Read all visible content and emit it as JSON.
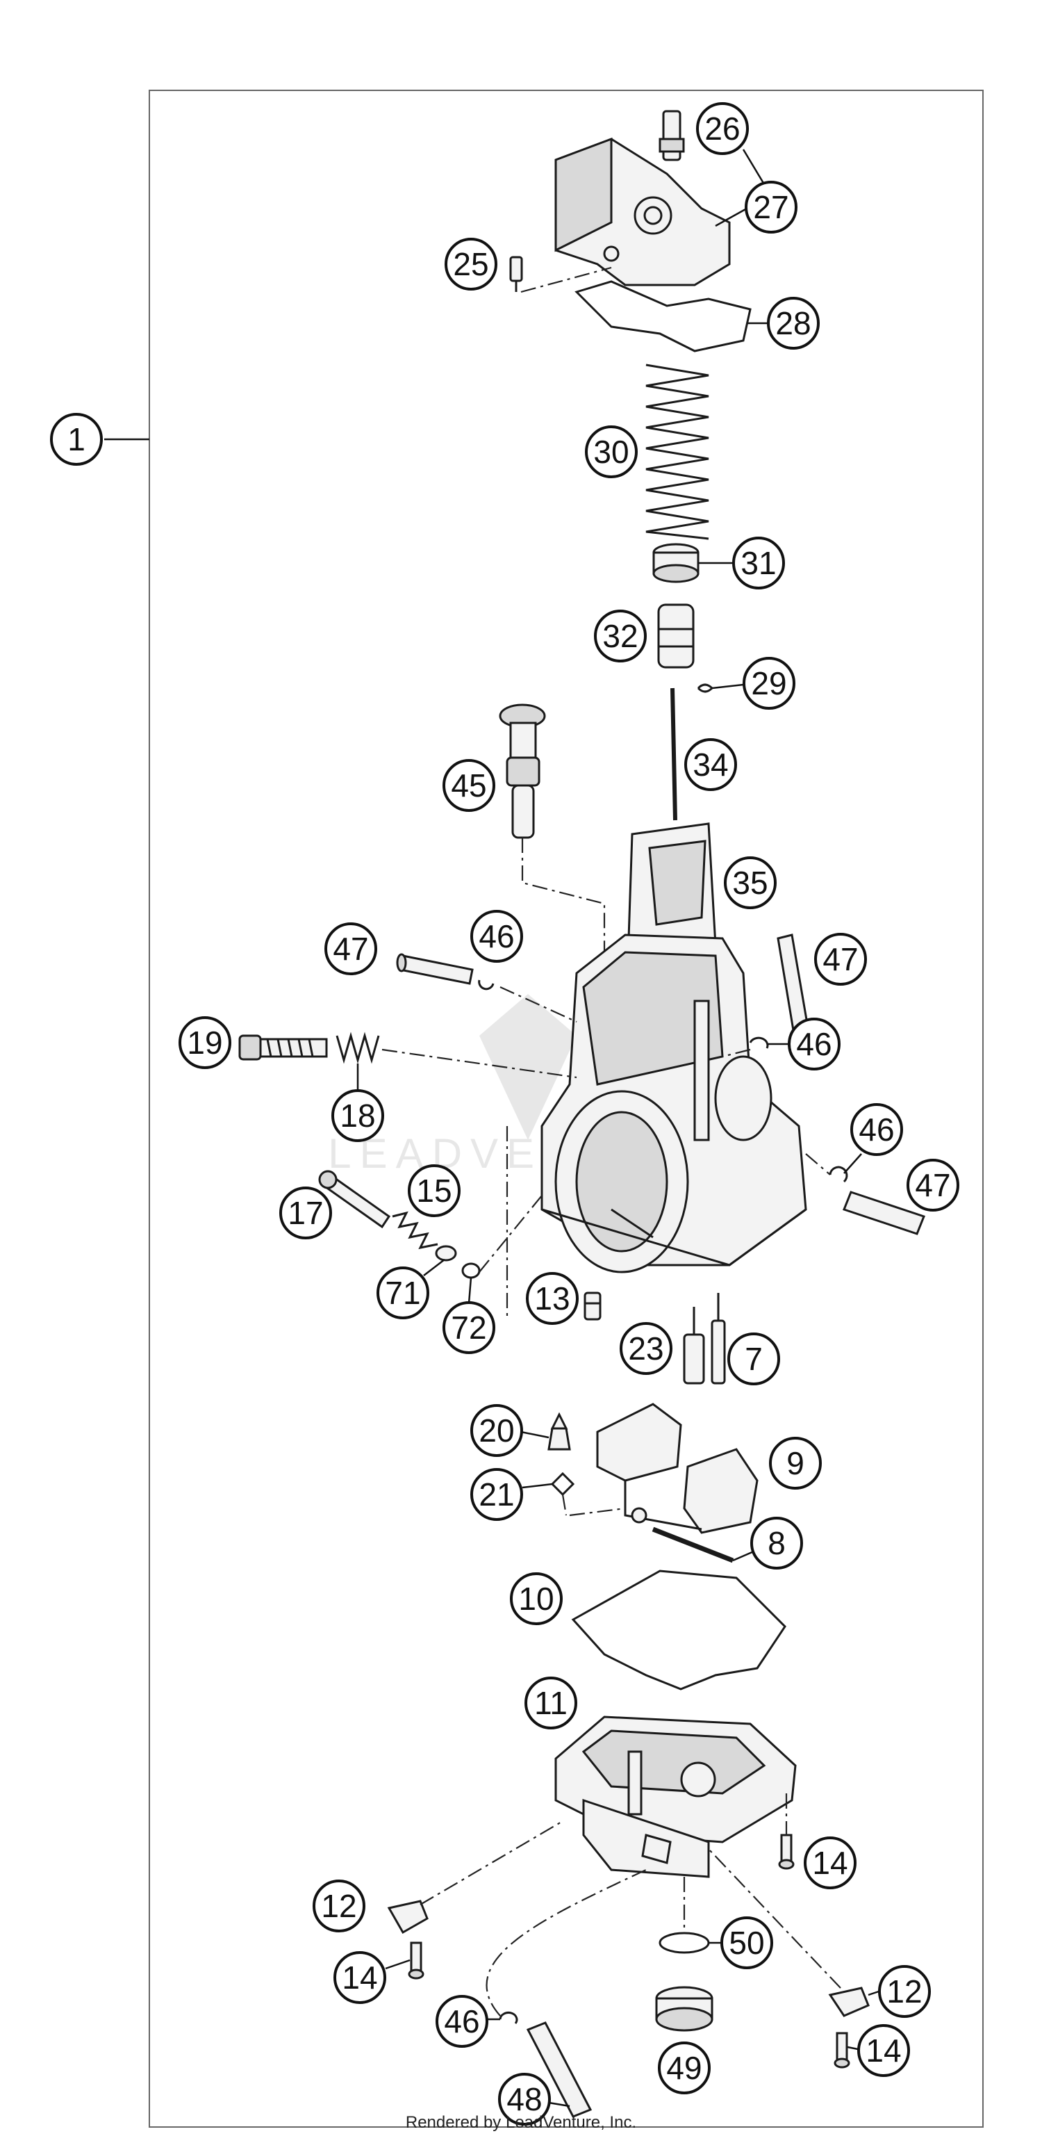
{
  "callouts": {
    "c1": "1",
    "c26": "26",
    "c27": "27",
    "c25": "25",
    "c28": "28",
    "c30": "30",
    "c31": "31",
    "c32": "32",
    "c29": "29",
    "c34": "34",
    "c45": "45",
    "c35": "35",
    "c47a": "47",
    "c46a": "46",
    "c47b": "47",
    "c19": "19",
    "c46b": "46",
    "c18": "18",
    "c46c": "46",
    "c17": "17",
    "c15": "15",
    "c47c": "47",
    "c71": "71",
    "c72": "72",
    "c13": "13",
    "c23": "23",
    "c7": "7",
    "c20": "20",
    "c9": "9",
    "c21": "21",
    "c8": "8",
    "c10": "10",
    "c11": "11",
    "c14a": "14",
    "c12a": "12",
    "c50": "50",
    "c14b": "14",
    "c12b": "12",
    "c46d": "46",
    "c49": "49",
    "c14c": "14",
    "c48": "48"
  },
  "watermark": "LEADVENTURE",
  "footer": "Rendered by LeadVenture, Inc."
}
